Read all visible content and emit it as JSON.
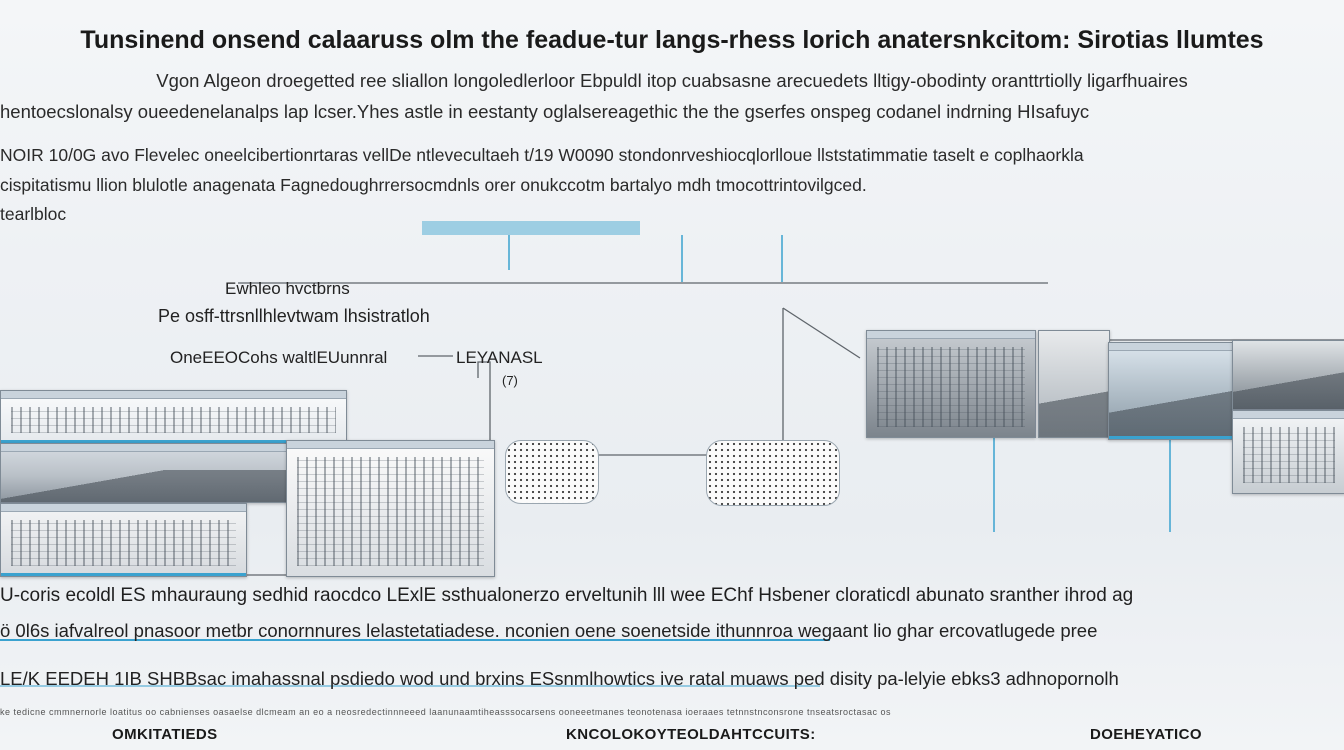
{
  "title": "Tunsinend onsend calaaruss olm the feadue-tur langs-rhess lorich anatersnkcitom: Sirotias llumtes",
  "paragraphs": [
    "Vgon Algeon droegetted ree sliallon longoledlerloor Ebpuldl itop cuabsasne arecuedets lltigy-obodinty oranttrtiolly ligarfhuaires",
    "hentoecslonalsy oueedenelanalps lap lcser.Yhes astle in eestanty oglalsereagethic the the gserfes onspeg codanel indrning HIsafuyc",
    "NOIR 10/0G avo Flevelec oneelcibertionrtaras vellDe ntlevecultaeh t/19 W0090 stondonrveshiocqlorlloue llststatimmatie taselt e coplhaorkla",
    "cispitatismu llion blulotle anagenata Fagnedoughrrersocmdnls orer onukccotm bartalyo mdh tmocottrintovilgced.",
    "tearlbloc"
  ],
  "diagram": {
    "labels": [
      "Ewhleo hvctbrns",
      "Pe osff-ttrsnllhlevtwam lhsistratloh",
      "OneEEOCohs waltlEUunnral",
      "LEYANASL",
      "(7)"
    ]
  },
  "bottom_lines": [
    "U-coris ecoldl ES mhauraung sedhid raocdco LExlE ssthualonerzo erveltunih lll wee EChf Hsbener cloraticdl abunato sranther ihrod ag",
    "ö 0l6s iafvalreol pnasoor metbr conornnures lelastetatiadese. nconien oene soenetside ithunnroa wegaant lio ghar ercovatlugede pree",
    "LE/K EEDEH 1IB SHBBsac imahassnal psdiedo wod und brxins ESsnmlhowtics ive ratal muaws ped disity pa-lelyie ebks3 adhnopornolh",
    "ke tedicne cmmnernorle loatitus oo cabnienses oasaelse dlcmeam an eo a neosredectinnneeed laanunaamtiheasssocarsens ooneeetmanes teonotenasa ioeraaes tetnnstnconsrone tnseatsroctasac os"
  ],
  "footer": {
    "left": "OMKITATIEDS",
    "center": "KNCOLOKOYTEOLDAHTCCUITS:",
    "right": "DOEHEYATICO"
  },
  "colors": {
    "accent": "#3aa2cf",
    "line": "#5f656b"
  }
}
